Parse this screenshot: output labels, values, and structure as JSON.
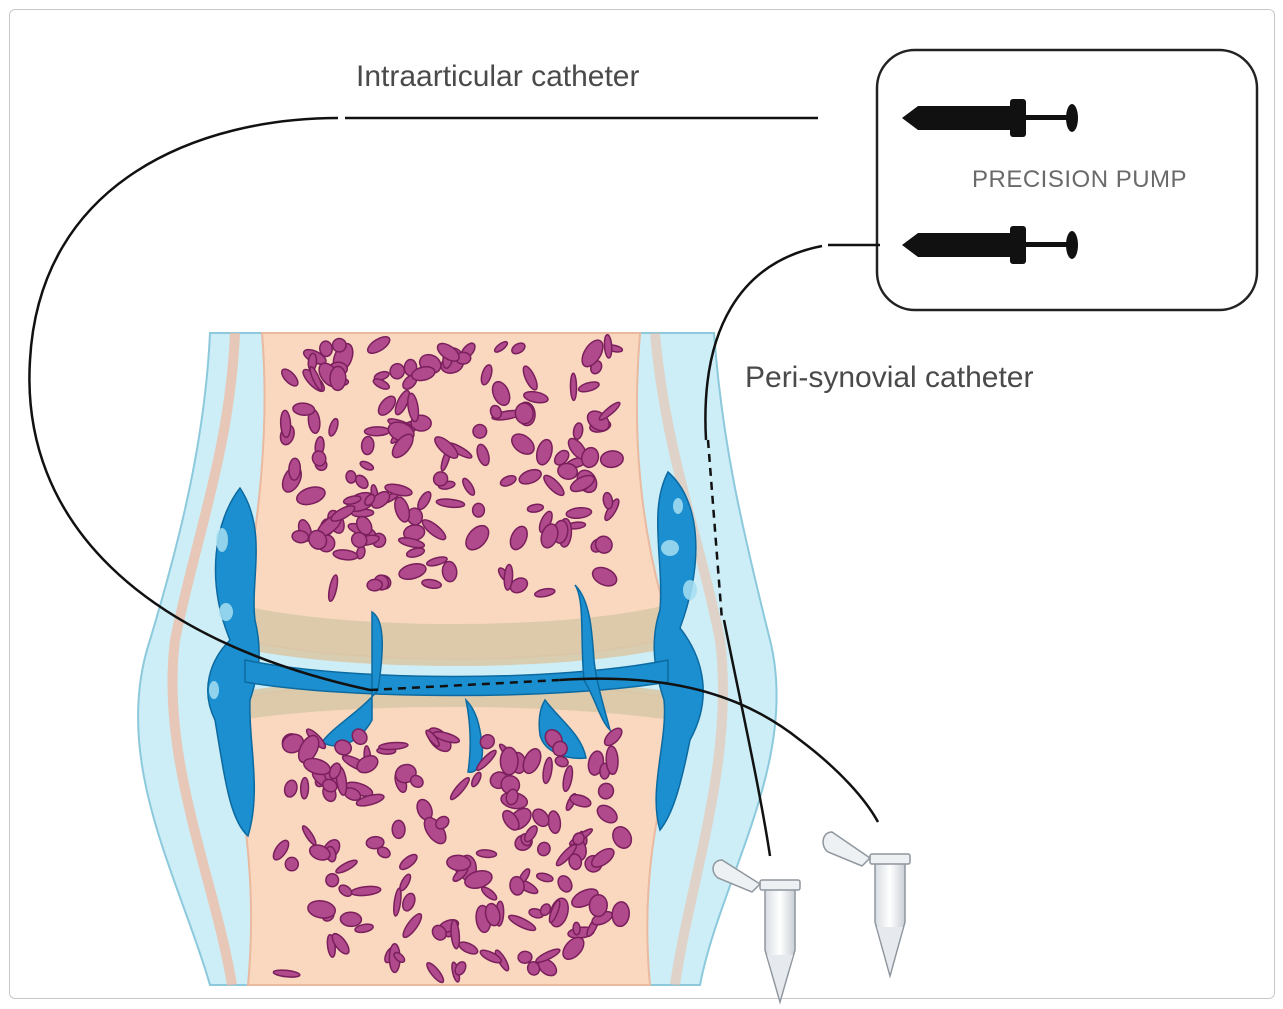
{
  "labels": {
    "intraarticular": "Intraarticular catheter",
    "peri_synovial": "Peri-synovial catheter",
    "pump": "PRECISION PUMP"
  },
  "colors": {
    "capsule": "#cfeef6",
    "synovial_fluid": "#1b8fcf",
    "cartilage": "#d9c9a8",
    "bone_marrow": "#f9d8bf",
    "trabecular_pores": "#b04a8c",
    "line": "#111111"
  },
  "icons": [
    "syringe-icon",
    "collection-tube-icon"
  ]
}
